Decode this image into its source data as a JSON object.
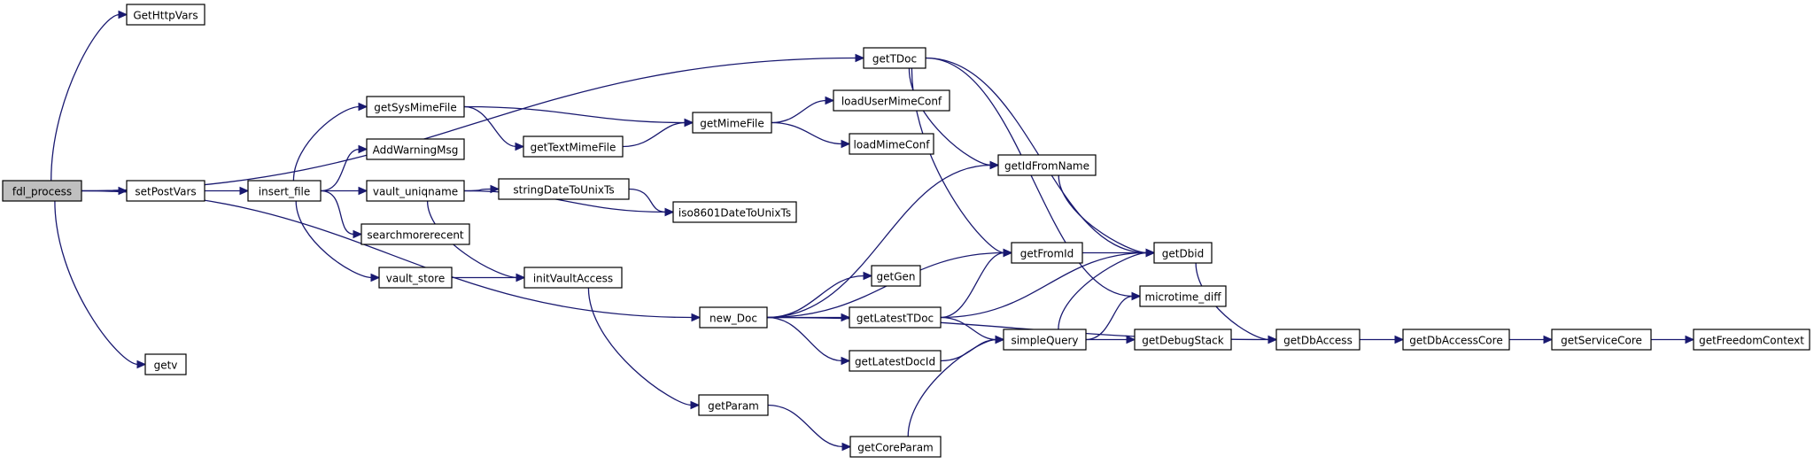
{
  "graph": {
    "nodes": [
      {
        "id": "fdl_process",
        "label": "fdl_process",
        "root": true
      },
      {
        "id": "GetHttpVars",
        "label": "GetHttpVars"
      },
      {
        "id": "setPostVars",
        "label": "setPostVars"
      },
      {
        "id": "getv",
        "label": "getv"
      },
      {
        "id": "getTDoc",
        "label": "getTDoc"
      },
      {
        "id": "insert_file",
        "label": "insert_file"
      },
      {
        "id": "new_Doc",
        "label": "new_Doc"
      },
      {
        "id": "getSysMimeFile",
        "label": "getSysMimeFile"
      },
      {
        "id": "AddWarningMsg",
        "label": "AddWarningMsg"
      },
      {
        "id": "vault_uniqname",
        "label": "vault_uniqname"
      },
      {
        "id": "searchmorerecent",
        "label": "searchmorerecent"
      },
      {
        "id": "vault_store",
        "label": "vault_store"
      },
      {
        "id": "getTextMimeFile",
        "label": "getTextMimeFile"
      },
      {
        "id": "getMimeFile",
        "label": "getMimeFile"
      },
      {
        "id": "loadUserMimeConf",
        "label": "loadUserMimeConf"
      },
      {
        "id": "loadMimeConf",
        "label": "loadMimeConf"
      },
      {
        "id": "stringDateToUnixTs",
        "label": "stringDateToUnixTs"
      },
      {
        "id": "iso8601DateToUnixTs",
        "label": "iso8601DateToUnixTs"
      },
      {
        "id": "initVaultAccess",
        "label": "initVaultAccess"
      },
      {
        "id": "getParam",
        "label": "getParam"
      },
      {
        "id": "getCoreParam",
        "label": "getCoreParam"
      },
      {
        "id": "getIdFromName",
        "label": "getIdFromName"
      },
      {
        "id": "getFromId",
        "label": "getFromId"
      },
      {
        "id": "getGen",
        "label": "getGen"
      },
      {
        "id": "getLatestTDoc",
        "label": "getLatestTDoc"
      },
      {
        "id": "getLatestDocId",
        "label": "getLatestDocId"
      },
      {
        "id": "simpleQuery",
        "label": "simpleQuery"
      },
      {
        "id": "getDbid",
        "label": "getDbid"
      },
      {
        "id": "microtime_diff",
        "label": "microtime_diff"
      },
      {
        "id": "getDebugStack",
        "label": "getDebugStack"
      },
      {
        "id": "getDbAccess",
        "label": "getDbAccess"
      },
      {
        "id": "getDbAccessCore",
        "label": "getDbAccessCore"
      },
      {
        "id": "getServiceCore",
        "label": "getServiceCore"
      },
      {
        "id": "getFreedomContext",
        "label": "getFreedomContext"
      }
    ],
    "edges": [
      {
        "from": "fdl_process",
        "to": "GetHttpVars"
      },
      {
        "from": "fdl_process",
        "to": "getTDoc"
      },
      {
        "from": "fdl_process",
        "to": "setPostVars"
      },
      {
        "from": "fdl_process",
        "to": "new_Doc"
      },
      {
        "from": "fdl_process",
        "to": "getv"
      },
      {
        "from": "setPostVars",
        "to": "insert_file"
      },
      {
        "from": "insert_file",
        "to": "getSysMimeFile"
      },
      {
        "from": "insert_file",
        "to": "AddWarningMsg"
      },
      {
        "from": "insert_file",
        "to": "vault_uniqname"
      },
      {
        "from": "insert_file",
        "to": "searchmorerecent"
      },
      {
        "from": "insert_file",
        "to": "vault_store"
      },
      {
        "from": "getSysMimeFile",
        "to": "getMimeFile"
      },
      {
        "from": "getSysMimeFile",
        "to": "getTextMimeFile"
      },
      {
        "from": "getTextMimeFile",
        "to": "getMimeFile"
      },
      {
        "from": "getMimeFile",
        "to": "loadUserMimeConf"
      },
      {
        "from": "getMimeFile",
        "to": "loadMimeConf"
      },
      {
        "from": "vault_uniqname",
        "to": "stringDateToUnixTs"
      },
      {
        "from": "vault_uniqname",
        "to": "iso8601DateToUnixTs"
      },
      {
        "from": "vault_uniqname",
        "to": "initVaultAccess"
      },
      {
        "from": "stringDateToUnixTs",
        "to": "iso8601DateToUnixTs"
      },
      {
        "from": "vault_store",
        "to": "initVaultAccess"
      },
      {
        "from": "initVaultAccess",
        "to": "getParam"
      },
      {
        "from": "getParam",
        "to": "getCoreParam"
      },
      {
        "from": "getCoreParam",
        "to": "simpleQuery"
      },
      {
        "from": "getTDoc",
        "to": "getIdFromName"
      },
      {
        "from": "getTDoc",
        "to": "getFromId"
      },
      {
        "from": "getTDoc",
        "to": "getDbid"
      },
      {
        "from": "getTDoc",
        "to": "microtime_diff"
      },
      {
        "from": "new_Doc",
        "to": "getIdFromName"
      },
      {
        "from": "new_Doc",
        "to": "getFromId"
      },
      {
        "from": "new_Doc",
        "to": "getGen"
      },
      {
        "from": "new_Doc",
        "to": "getLatestTDoc"
      },
      {
        "from": "new_Doc",
        "to": "getLatestDocId"
      },
      {
        "from": "new_Doc",
        "to": "getDbAccess"
      },
      {
        "from": "getIdFromName",
        "to": "getDbid"
      },
      {
        "from": "getFromId",
        "to": "getDbid"
      },
      {
        "from": "getLatestTDoc",
        "to": "getFromId"
      },
      {
        "from": "getLatestTDoc",
        "to": "getDbid"
      },
      {
        "from": "getLatestTDoc",
        "to": "simpleQuery"
      },
      {
        "from": "getLatestDocId",
        "to": "simpleQuery"
      },
      {
        "from": "simpleQuery",
        "to": "getDbid"
      },
      {
        "from": "simpleQuery",
        "to": "microtime_diff"
      },
      {
        "from": "simpleQuery",
        "to": "getDebugStack"
      },
      {
        "from": "getDbid",
        "to": "getDbAccess"
      },
      {
        "from": "getDbAccess",
        "to": "getDbAccessCore"
      },
      {
        "from": "getDbAccessCore",
        "to": "getServiceCore"
      },
      {
        "from": "getServiceCore",
        "to": "getFreedomContext"
      }
    ]
  }
}
